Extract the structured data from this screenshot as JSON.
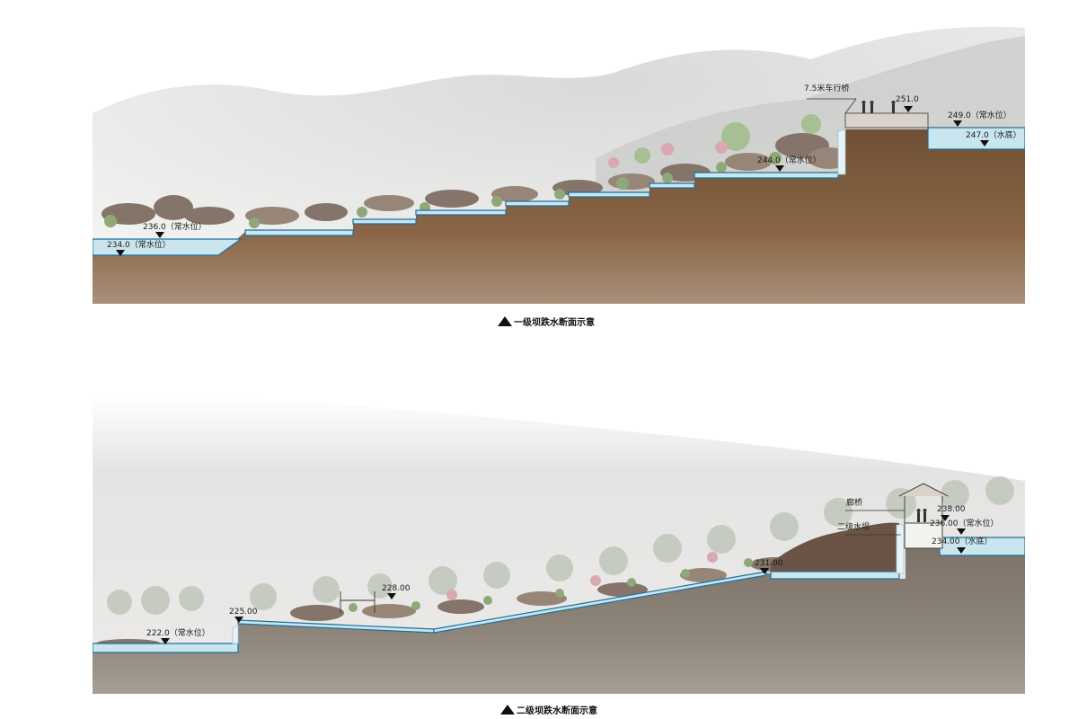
{
  "section1": {
    "caption": "一级坝跌水断面示意",
    "labels": {
      "bridge": "7.5米车行桥",
      "bridge_elev": "251.0",
      "right_water": "249.0（常水位）",
      "right_bottom": "247.0（水底）",
      "mid_water": "244.0（常水位）",
      "left_upper": "236.0（常水位）",
      "left_water": "234.0（常水位）"
    }
  },
  "section2": {
    "caption": "二级坝跌水断面示意",
    "labels": {
      "corridor_bridge": "廊桥",
      "dam": "二级水坝",
      "elev_238": "238.00",
      "right_water": "236.00（常水位）",
      "right_bottom": "234.00（水底）",
      "elev_231": "231.00",
      "elev_228": "228.00",
      "elev_225": "225.00",
      "left_water": "222.0（常水位）"
    }
  },
  "colors": {
    "soil1": "#7c5a3c",
    "soil2": "#8a7f73",
    "water": "#c9e6ef",
    "water_line": "#1f6f9c",
    "mist": "#e6e6e4",
    "rock": "#857469",
    "plant": "#8fa877"
  }
}
